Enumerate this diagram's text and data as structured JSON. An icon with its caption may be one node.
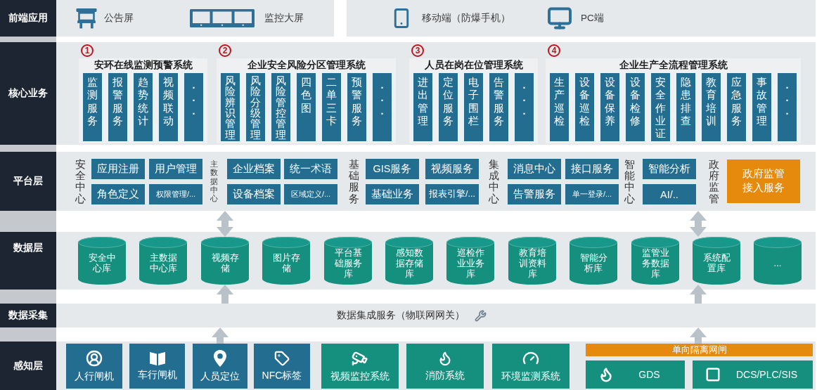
{
  "diagram": {
    "nodes": [
      {
        "text": [
          "前端应用"
        ]
      },
      {
        "text": [
          "核心业务"
        ]
      },
      {
        "text": [
          "1",
          "安环在线监测预警系统"
        ]
      },
      {
        "text": [
          "监测服务"
        ],
        "in": 2
      },
      {
        "text": [
          "报警服务"
        ],
        "in": 2
      },
      {
        "text": [
          "趋势统计"
        ],
        "in": 2
      },
      {
        "text": [
          "视频联动"
        ],
        "in": 2
      },
      {
        "text": [
          "..."
        ],
        "in": 2
      },
      {
        "text": [
          "2",
          "企业安全风险分区管理系统"
        ]
      },
      {
        "text": [
          "风险辨识管理"
        ],
        "in": 8
      },
      {
        "text": [
          "风险分级管理"
        ],
        "in": 8
      },
      {
        "text": [
          "风险管控管理"
        ],
        "in": 8
      },
      {
        "text": [
          "四色图"
        ],
        "in": 8
      },
      {
        "text": [
          "二单三卡"
        ],
        "in": 8
      },
      {
        "text": [
          "预警服务"
        ],
        "in": 8
      },
      {
        "text": [
          "..."
        ],
        "in": 8
      },
      {
        "text": [
          "3",
          "人员在岗在位管理系统"
        ]
      },
      {
        "text": [
          "进出管理"
        ],
        "in": 16
      },
      {
        "text": [
          "定位服务"
        ],
        "in": 16
      },
      {
        "text": [
          "电子围栏"
        ],
        "in": 16
      },
      {
        "text": [
          "告警服务"
        ],
        "in": 16
      },
      {
        "text": [
          "..."
        ],
        "in": 16
      },
      {
        "text": [
          "4",
          "企业生产全流程管理系统"
        ]
      },
      {
        "text": [
          "生产巡检"
        ],
        "in": 22
      },
      {
        "text": [
          "设备巡检"
        ],
        "in": 22
      },
      {
        "text": [
          "设备保养"
        ],
        "in": 22
      },
      {
        "text": [
          "设备检修"
        ],
        "in": 22
      },
      {
        "text": [
          "安全作业证"
        ],
        "in": 22
      },
      {
        "text": [
          "隐患排查"
        ],
        "in": 22
      },
      {
        "text": [
          "教育培训"
        ],
        "in": 22
      },
      {
        "text": [
          "应急服务"
        ],
        "in": 22
      },
      {
        "text": [
          "事故管理"
        ],
        "in": 22
      },
      {
        "text": [
          "..."
        ],
        "in": 22
      },
      {
        "text": [
          "平台层"
        ]
      },
      {
        "text": [],
        "shape": "box"
      },
      {
        "text": [
          "应用注册"
        ],
        "in": 34
      },
      {
        "text": [
          "用户管理"
        ],
        "in": 34
      },
      {
        "text": [
          "角色定义"
        ],
        "in": 34
      },
      {
        "text": [
          "权限管理/..."
        ],
        "in": 34
      },
      {
        "text": [
          "企业档案"
        ],
        "in": 34
      },
      {
        "text": [
          "统一术语"
        ],
        "in": 34
      },
      {
        "text": [
          "设备档案"
        ],
        "in": 34
      },
      {
        "text": [
          "区域定义/..."
        ],
        "in": 34
      },
      {
        "text": [
          "GIS服务"
        ],
        "in": 34
      },
      {
        "text": [
          "视频服务"
        ],
        "in": 34
      },
      {
        "text": [
          "基础业务"
        ],
        "in": 34
      },
      {
        "text": [
          "报表引擎/..."
        ],
        "in": 34
      },
      {
        "text": [
          "消息中心"
        ],
        "in": 34
      },
      {
        "text": [
          "接口服务"
        ],
        "in": 34
      },
      {
        "text": [
          "告警服务"
        ],
        "in": 34
      },
      {
        "text": [
          "单一登录/..."
        ],
        "in": 34
      },
      {
        "text": [
          "智能分析"
        ],
        "in": 34
      },
      {
        "text": [
          "AI/.."
        ],
        "in": 34
      },
      {
        "text": [
          "政府监管接入服务"
        ],
        "in": 34
      },
      {
        "text": [
          "数据层"
        ]
      },
      {
        "text": [
          "安全中心库"
        ]
      },
      {
        "text": [
          "主数据中心库"
        ]
      },
      {
        "text": [
          "视频存储"
        ]
      },
      {
        "text": [
          "图片存储"
        ]
      },
      {
        "text": [
          "平台基础服务库"
        ]
      },
      {
        "text": [
          "感知数据存储库"
        ]
      },
      {
        "text": [
          "巡检作业业务库"
        ]
      },
      {
        "text": [
          "教育培训资料库"
        ]
      },
      {
        "text": [
          "智能分析库"
        ]
      },
      {
        "text": [
          "监管业务数据库"
        ]
      },
      {
        "text": [
          "系统配置库"
        ]
      },
      {
        "text": [
          "..."
        ]
      },
      {
        "text": [
          "数据采集"
        ]
      },
      {
        "text": [
          "数据集成服务（物联网网关）"
        ]
      },
      {
        "text": [
          "感知层"
        ]
      },
      {
        "text": [
          "人行闸机"
        ]
      },
      {
        "text": [
          "车行闸机"
        ]
      },
      {
        "text": [
          "人员定位"
        ]
      },
      {
        "text": [
          "NFC标签"
        ]
      },
      {
        "text": [
          "视频监控系统"
        ]
      },
      {
        "text": [
          "消防系统"
        ]
      },
      {
        "text": [
          "环境监测系统"
        ]
      },
      {
        "text": [
          "单向隔离网闸"
        ]
      },
      {
        "text": [
          "GDS"
        ]
      },
      {
        "text": [
          "DCS/PLC/SIS"
        ]
      }
    ],
    "edges": [
      {
        "from": 72,
        "to": 68,
        "arrow": "to"
      },
      {
        "from": 77,
        "to": 68,
        "arrow": "to"
      },
      {
        "from": 68,
        "to": 57,
        "arrow": "to"
      },
      {
        "from": 68,
        "to": 65,
        "arrow": "to"
      },
      {
        "from": 57,
        "to": 34,
        "arrow": "both"
      },
      {
        "from": 65,
        "to": 34,
        "arrow": "both"
      }
    ],
    "labels": [
      "公告屏",
      "监控大屏",
      "移动端（防爆手机）",
      "PC端",
      "安全中心",
      "主数据中心",
      "基础服务",
      "集成中心",
      "智能中心",
      "政府监管"
    ]
  }
}
